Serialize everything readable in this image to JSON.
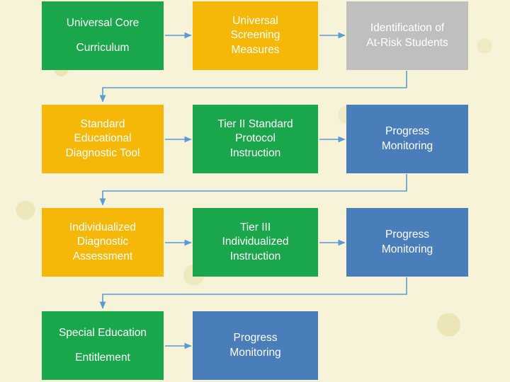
{
  "page": {
    "background_color": "#f7f3d8",
    "title": "RTI Tiered Intervention Flow Diagram"
  },
  "palette": {
    "green": "#1aa64b",
    "yellow": "#f6b808",
    "gray": "#bfbfbf",
    "blue": "#4a7ebb",
    "arrow": "#5b9bd5",
    "text_on_fill": "#ffffff"
  },
  "diagram": {
    "type": "flow",
    "columns": 3,
    "rows": 4,
    "nodes": [
      {
        "id": "r1c1",
        "color_key": "green",
        "lines": [
          "Universal Core",
          "Curriculum"
        ]
      },
      {
        "id": "r1c2",
        "color_key": "yellow",
        "lines": [
          "Universal",
          "Screening",
          "Measures"
        ]
      },
      {
        "id": "r1c3",
        "color_key": "gray",
        "lines": [
          "Identification of",
          "At-Risk Students"
        ]
      },
      {
        "id": "r2c1",
        "color_key": "yellow",
        "lines": [
          "Standard",
          "Educational",
          "Diagnostic Tool"
        ]
      },
      {
        "id": "r2c2",
        "color_key": "green",
        "lines": [
          "Tier II Standard",
          "Protocol",
          "Instruction"
        ]
      },
      {
        "id": "r2c3",
        "color_key": "blue",
        "lines": [
          "Progress",
          "Monitoring"
        ]
      },
      {
        "id": "r3c1",
        "color_key": "yellow",
        "lines": [
          "Individualized",
          "Diagnostic",
          "Assessment"
        ]
      },
      {
        "id": "r3c2",
        "color_key": "green",
        "lines": [
          "Tier III",
          "Individualized",
          "Instruction"
        ]
      },
      {
        "id": "r3c3",
        "color_key": "blue",
        "lines": [
          "Progress",
          "Monitoring"
        ]
      },
      {
        "id": "r4c1",
        "color_key": "green",
        "lines": [
          "Special Education",
          "Entitlement"
        ]
      },
      {
        "id": "r4c2",
        "color_key": "blue",
        "lines": [
          "Progress",
          "Monitoring"
        ]
      }
    ],
    "connectors": [
      {
        "from": "r1c1",
        "to": "r1c2",
        "kind": "horizontal-arrow"
      },
      {
        "from": "r1c2",
        "to": "r1c3",
        "kind": "horizontal-arrow"
      },
      {
        "from": "r1c3",
        "to": "r2c1",
        "kind": "elbow-down-left-arrow"
      },
      {
        "from": "r2c1",
        "to": "r2c2",
        "kind": "horizontal-arrow"
      },
      {
        "from": "r2c2",
        "to": "r2c3",
        "kind": "horizontal-arrow"
      },
      {
        "from": "r2c3",
        "to": "r3c1",
        "kind": "elbow-down-left-arrow"
      },
      {
        "from": "r3c1",
        "to": "r3c2",
        "kind": "horizontal-arrow"
      },
      {
        "from": "r3c2",
        "to": "r3c3",
        "kind": "horizontal-arrow"
      },
      {
        "from": "r3c3",
        "to": "r4c1",
        "kind": "elbow-down-left-arrow"
      },
      {
        "from": "r4c1",
        "to": "r4c2",
        "kind": "horizontal-arrow"
      }
    ]
  }
}
